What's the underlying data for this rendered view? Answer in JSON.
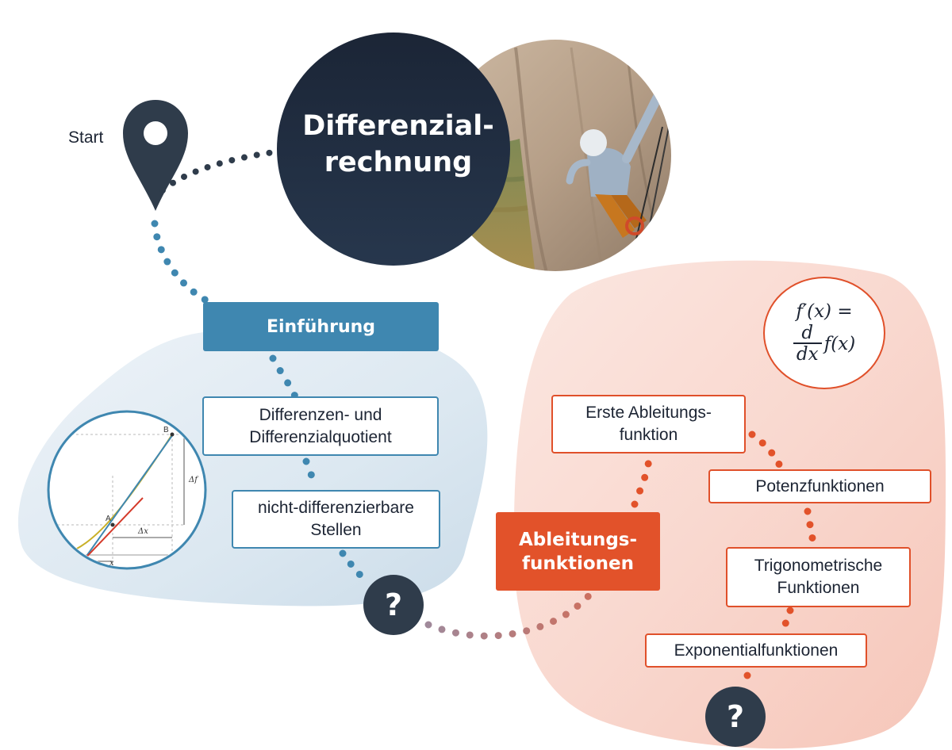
{
  "title": "Differenzial-\nrechnung",
  "start_label": "Start",
  "sections": {
    "einfuehrung": {
      "label": "Einführung",
      "topics": [
        "Differenzen- und\nDifferenzialquotient",
        "nicht-differenzierbare\nStellen"
      ]
    },
    "ableitungsfunktionen": {
      "label": "Ableitungs-\nfunktionen",
      "topics": [
        "Erste Ableitungs-\nfunktion",
        "Potenzfunktionen",
        "Trigonometrische\nFunktionen",
        "Exponentialfunktionen"
      ]
    }
  },
  "formula": {
    "line1": "f′(x) =",
    "numerator": "d",
    "denominator": "dx",
    "function": "f(x)"
  },
  "graph": {
    "point_a": "A",
    "point_b": "B",
    "delta_x": "Δx",
    "delta_f": "Δf",
    "x": "x"
  },
  "question_mark": "?",
  "colors": {
    "dark_circle": "#1d2a3d",
    "blue_accent": "#3f87b0",
    "blue_blob": "#dde8f1",
    "red_accent": "#e2522a",
    "red_blob": "#f8d6cd",
    "question_bg": "#2f3c4b"
  },
  "icons": [
    "location-pin-icon",
    "question-icon"
  ]
}
